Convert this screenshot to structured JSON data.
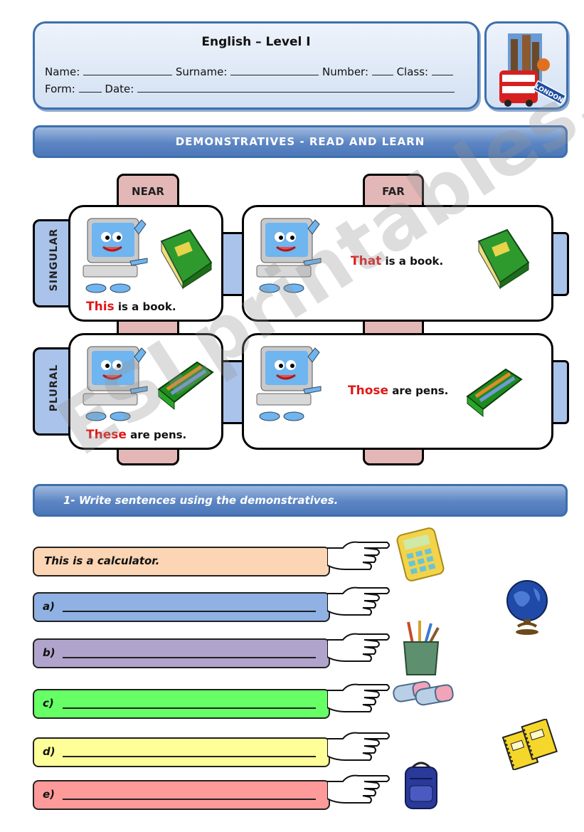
{
  "header": {
    "title": "English – Level I",
    "name_label": "Name:",
    "surname_label": "Surname:",
    "number_label": "Number:",
    "class_label": "Class:",
    "form_label": "Form:",
    "date_label": "Date:"
  },
  "logo": {
    "sign_text": "LONDON"
  },
  "section_banner": "DEMONSTRATIVES - READ AND LEARN",
  "columns": {
    "near": "NEAR",
    "far": "FAR"
  },
  "rows": {
    "singular": "SINGULAR",
    "plural": "PLURAL"
  },
  "cards": {
    "singular_near": {
      "demonstrative": "This",
      "rest": " is a book."
    },
    "singular_far": {
      "demonstrative": "That",
      "rest": " is a book."
    },
    "plural_near": {
      "demonstrative": "These",
      "rest": " are pens."
    },
    "plural_far": {
      "demonstrative": "Those",
      "rest": " are pens."
    }
  },
  "exercise": {
    "instruction": "1- Write sentences using the demonstratives.",
    "example": "This is a calculator.",
    "items": [
      {
        "label": "a)",
        "color": "#8fb1e3"
      },
      {
        "label": "b)",
        "color": "#b1a4cc"
      },
      {
        "label": "c)",
        "color": "#66ff66"
      },
      {
        "label": "d)",
        "color": "#ffff99"
      },
      {
        "label": "e)",
        "color": "#ff9a9a"
      }
    ],
    "example_color": "#fcd5b4"
  },
  "watermark": "ESLprintables.com"
}
